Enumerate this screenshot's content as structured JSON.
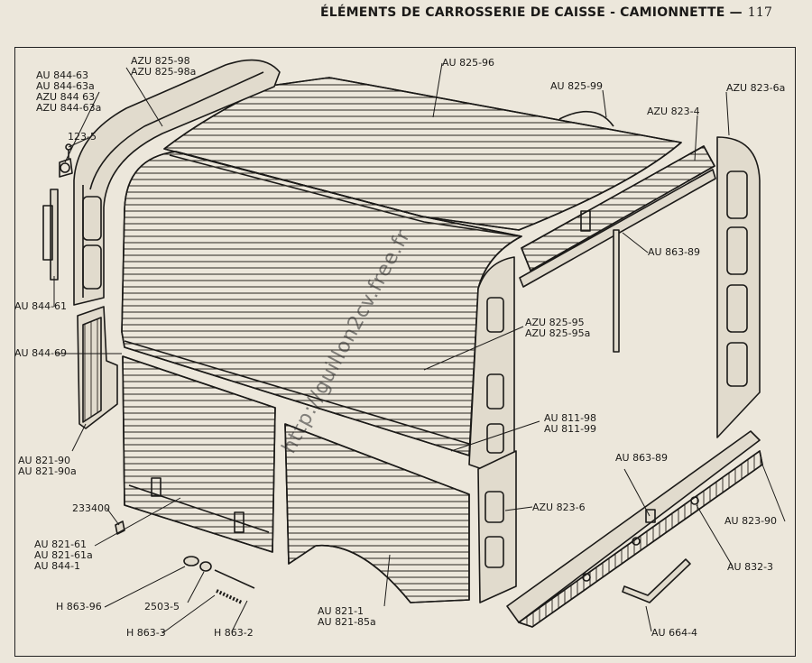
{
  "header": {
    "title": "ÉLÉMENTS DE CARROSSERIE DE CAISSE - CAMIONNETTE —",
    "page_number": "117"
  },
  "watermark": "http://guillon2cv.free.fr",
  "labels": {
    "au844_63": [
      "AU 844-63",
      "AU 844-63a",
      "AZU 844 63",
      "AZU 844-63a"
    ],
    "azu825_98": [
      "AZU 825-98",
      "AZU 825-98a"
    ],
    "au825_96": [
      "AU 825-96"
    ],
    "au825_99": [
      "AU 825-99"
    ],
    "azu823_6a": [
      "AZU 823-6a"
    ],
    "azu823_4": [
      "AZU 823-4"
    ],
    "p123_5": [
      "123-5"
    ],
    "au863_89_top": [
      "AU 863-89"
    ],
    "au844_61": [
      "AU 844-61"
    ],
    "azu825_95": [
      "AZU 825-95",
      "AZU 825-95a"
    ],
    "au844_69": [
      "AU 844-69"
    ],
    "au811_98": [
      "AU 811-98",
      "AU 811-99"
    ],
    "au821_90": [
      "AU 821-90",
      "AU 821-90a"
    ],
    "au863_89_bot": [
      "AU 863-89"
    ],
    "p233400": [
      "233400"
    ],
    "azu823_6": [
      "AZU 823-6"
    ],
    "au823_90": [
      "AU 823-90"
    ],
    "au821_61": [
      "AU 821-61",
      "AU 821-61a",
      "AU 844-1"
    ],
    "au832_3": [
      "AU 832-3"
    ],
    "h863_96": [
      "H 863-96"
    ],
    "p2503_5": [
      "2503-5"
    ],
    "au821_1": [
      "AU 821-1",
      "AU 821-85a"
    ],
    "h863_3": [
      "H 863-3"
    ],
    "h863_2": [
      "H 863-2"
    ],
    "au664_4": [
      "AU 664-4"
    ]
  },
  "colors": {
    "paper": "#ece7db",
    "ink": "#1b1a18",
    "panel": "#d9d2c2"
  }
}
